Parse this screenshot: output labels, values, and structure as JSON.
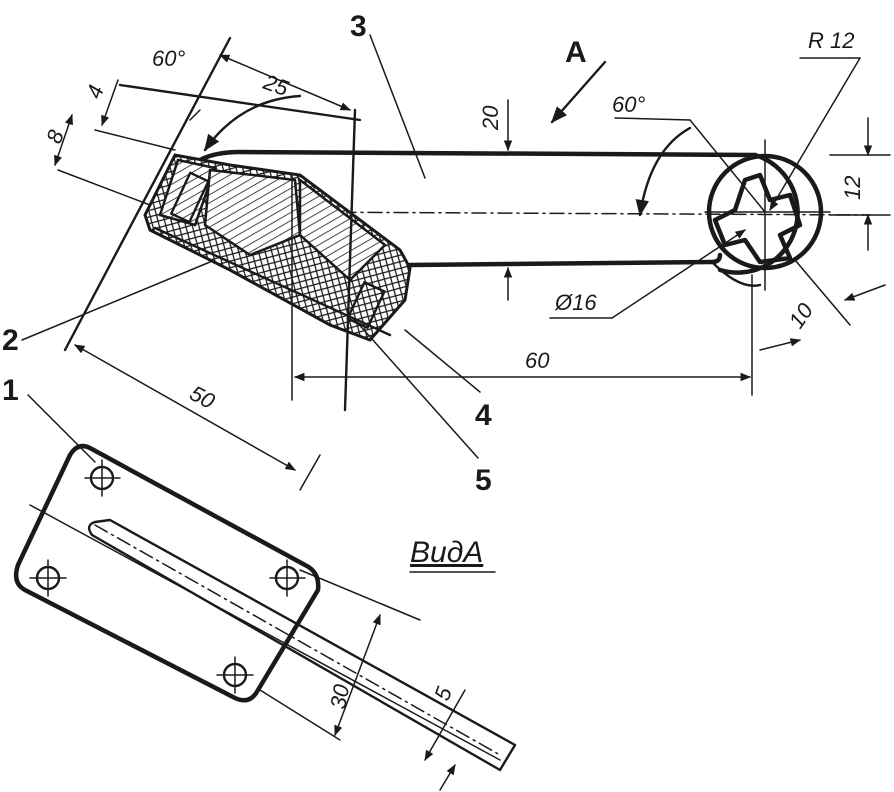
{
  "labels": {
    "part_1": "1",
    "part_2": "2",
    "part_3": "3",
    "part_4": "4",
    "part_5": "5",
    "view_arrow": "A",
    "view_title": "ВидА"
  },
  "dimensions": {
    "angle_left": "60°",
    "angle_right": "60°",
    "d25": "25",
    "d4": "4",
    "d8": "8",
    "d20": "20",
    "r12": "R 12",
    "d12": "12",
    "phi16": "Ø16",
    "d10": "10",
    "d60": "60",
    "d50": "50",
    "d30": "30",
    "d5": "5"
  }
}
